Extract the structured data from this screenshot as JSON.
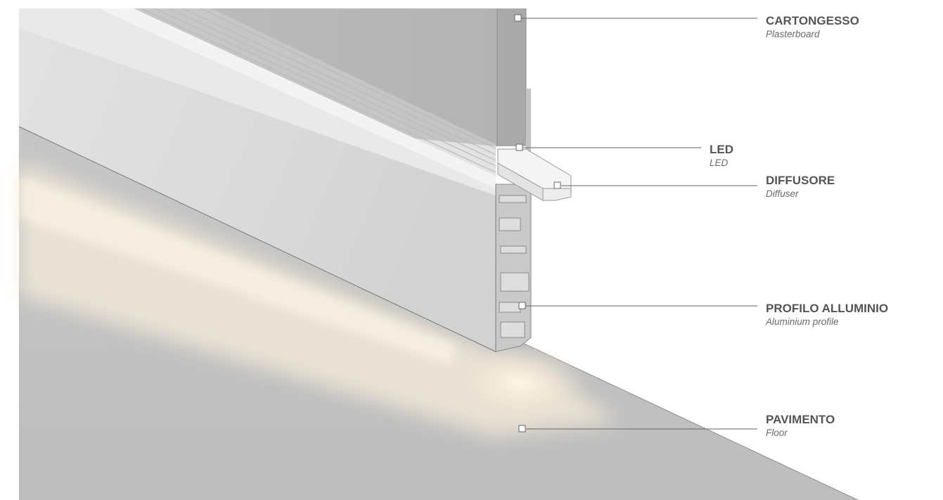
{
  "labels": {
    "cartongesso": {
      "it": "CARTONGESSO",
      "en": "Plasterboard"
    },
    "led": {
      "it": "LED",
      "en": "LED"
    },
    "diffusore": {
      "it": "DIFFUSORE",
      "en": "Diffuser"
    },
    "profilo": {
      "it": "PROFILO ALLUMINIO",
      "en": "Aluminium profile"
    },
    "pavimento": {
      "it": "PAVIMENTO",
      "en": "Floor"
    }
  },
  "colors": {
    "label_text": "#555555",
    "leader_line": "#666666",
    "wall": "#b7b7b7",
    "floor": "#c2c2c2",
    "profile": "#d9d9d9",
    "light_glow": "#fff3df"
  }
}
